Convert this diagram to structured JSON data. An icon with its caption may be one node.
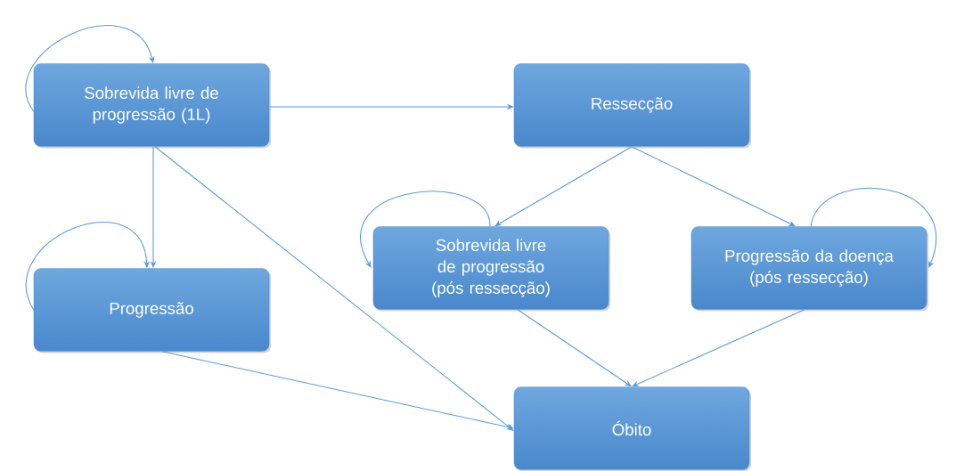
{
  "diagram": {
    "nodes": [
      {
        "text": [
          "Sobrevida livre de progressão (1L)"
        ]
      },
      {
        "text": [
          "Ressecção"
        ]
      },
      {
        "text": [
          "Progressão"
        ]
      },
      {
        "text": [
          "Sobrevida livre de progressão (pós ressecção)"
        ]
      },
      {
        "text": [
          "Progressão da doença (pós ressecção)"
        ]
      },
      {
        "text": [
          "Óbito"
        ]
      }
    ],
    "edges": [
      {
        "from": 0,
        "to": 0,
        "arrow": "to"
      },
      {
        "from": 0,
        "to": 1,
        "arrow": "to"
      },
      {
        "from": 0,
        "to": 2,
        "arrow": "to"
      },
      {
        "from": 0,
        "to": 5,
        "arrow": "to"
      },
      {
        "from": 2,
        "to": 2,
        "arrow": "to"
      },
      {
        "from": 2,
        "to": 5,
        "arrow": "to"
      },
      {
        "from": 1,
        "to": 3,
        "arrow": "to"
      },
      {
        "from": 1,
        "to": 4,
        "arrow": "to"
      },
      {
        "from": 3,
        "to": 3,
        "arrow": "to"
      },
      {
        "from": 4,
        "to": 4,
        "arrow": "to"
      },
      {
        "from": 3,
        "to": 5,
        "arrow": "to"
      },
      {
        "from": 4,
        "to": 5,
        "arrow": "to"
      }
    ]
  }
}
